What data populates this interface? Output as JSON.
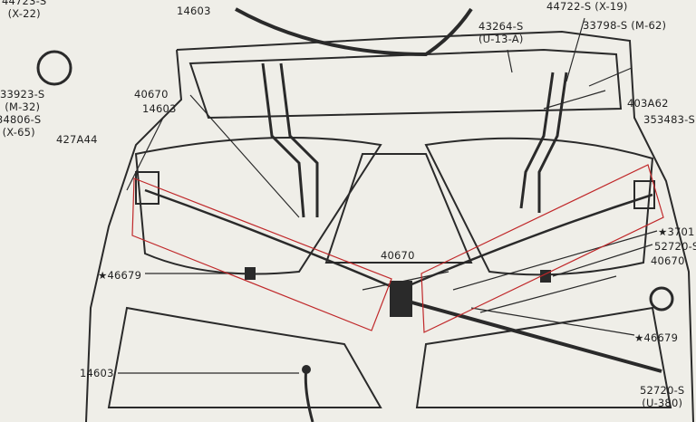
{
  "labels": {
    "l44723": "44723-S",
    "l44723s": "(X-22)",
    "l33923": "33923-S",
    "l33923s": "(M-32)",
    "l34806": "34806-S",
    "l34806s": "(X-65)",
    "l427a44": "427A44",
    "l14603top": "14603",
    "l40670a": "40670",
    "l14603b": "14603",
    "l43264": "43264-S",
    "l43264s": "(U-13-A)",
    "l44722": "44722-S (X-19)",
    "l33798": "33798-S (M-62)",
    "l403a62": "403A62",
    "l353483": "353483-S",
    "l3701": "★3701",
    "l52720": "52720-S",
    "l40670r": "40670",
    "l46679l": "★46679",
    "l40670c": "40670",
    "l46679r": "★46679",
    "l14603bot": "14603",
    "l52720b": "52720-S",
    "l52720bs": "(U-380)"
  },
  "colors": {
    "highlight": "#c0282a",
    "ink": "#222222",
    "paper": "#efeee8"
  }
}
